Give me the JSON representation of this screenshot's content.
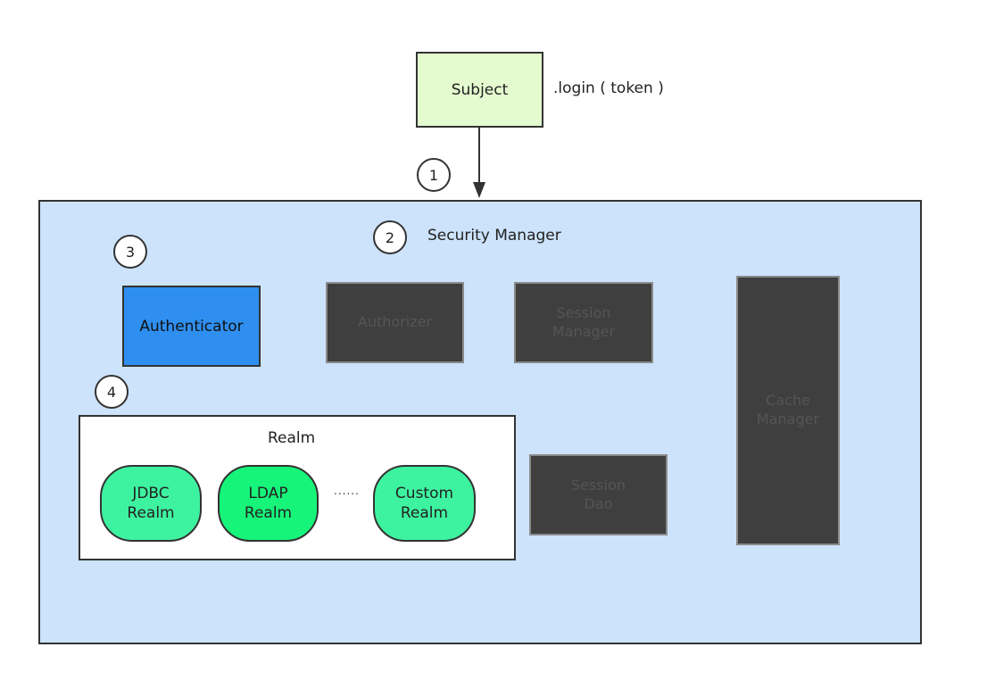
{
  "subject": {
    "label": "Subject",
    "call": ".login ( token )"
  },
  "steps": [
    "1",
    "2",
    "3",
    "4"
  ],
  "security_manager": {
    "title": "Security Manager",
    "authenticator": "Authenticator",
    "authorizer": "Authorizer",
    "session_manager": [
      "Session",
      "Manager"
    ],
    "session_dao": [
      "Session",
      "Dao"
    ],
    "cache_manager": [
      "Cache",
      "Manager"
    ]
  },
  "realm": {
    "title": "Realm",
    "items": [
      {
        "line1": "JDBC",
        "line2": "Realm"
      },
      {
        "line1": "LDAP",
        "line2": "Realm"
      },
      {
        "line1": "Custom",
        "line2": "Realm"
      }
    ],
    "ellipsis": "......"
  },
  "colors": {
    "subject_fill": "#e4fbcf",
    "security_manager_fill": "#cce3fb",
    "authenticator_fill": "#2f8ff0",
    "inactive_component_fill": "#3f3f3f",
    "realm_fill": "#3ef3a0",
    "ldap_realm_fill": "#16f57a"
  }
}
